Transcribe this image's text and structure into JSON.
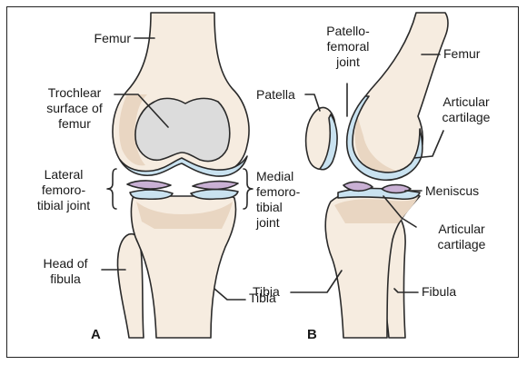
{
  "colors": {
    "bone": "#f6ece0",
    "bone_shade": "#e9d6c2",
    "cartilage": "#c9e2f0",
    "trochlea": "#dcdcdc",
    "meniscus": "#c9b0d4",
    "outline": "#2a2a2a"
  },
  "panel_a": {
    "letter": "A",
    "labels": {
      "femur": "Femur",
      "trochlear": "Trochlear\nsurface of\nfemur",
      "lateral": "Lateral\nfemoro-\ntibial joint",
      "medial": "Medial\nfemoro-\ntibial\njoint",
      "head_fibula": "Head of\nfibula",
      "tibia": "Tibia"
    }
  },
  "panel_b": {
    "letter": "B",
    "labels": {
      "patello": "Patello-\nfemoral\njoint",
      "patella": "Patella",
      "femur": "Femur",
      "articular_top": "Articular\ncartilage",
      "meniscus": "Meniscus",
      "articular_bottom": "Articular\ncartilage",
      "tibia": "Tibia",
      "fibula": "Fibula"
    }
  }
}
